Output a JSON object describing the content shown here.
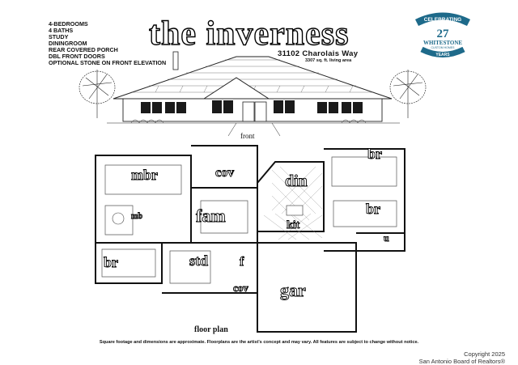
{
  "features": [
    "4-BEDROOMS",
    "4 BATHS",
    "STUDY",
    "DININGROOM",
    "REAR COVERED PORCH",
    "DBL FRONT DOORS",
    "OPTIONAL STONE ON FRONT ELEVATION"
  ],
  "title": "the inverness",
  "address": "31102 Charolais Way",
  "living_area": "3307 sq. ft. living area",
  "badge": {
    "top": "CELEBRATING",
    "number": "27",
    "brand": "WHITESTONE",
    "sub": "CUSTOM HOMES",
    "bottom": "YEARS"
  },
  "elevation_label": "front",
  "rooms": {
    "mbr": "mbr",
    "cov_rear": "cov",
    "din": "din",
    "br1": "br",
    "br2": "br",
    "br3": "br",
    "fam": "fam",
    "kit": "kit",
    "mb": "mb",
    "std": "std",
    "f": "f",
    "u": "u",
    "cov_front": "cov",
    "gar": "gar"
  },
  "floorplan_label": "floor plan",
  "disclaimer": "Square footage and dimensions are approximate. Floorplans are the artist's concept and may vary. All features are subject to change without notice.",
  "copyright": "Copyright 2025",
  "board": "San Antonio Board of Realtors®"
}
